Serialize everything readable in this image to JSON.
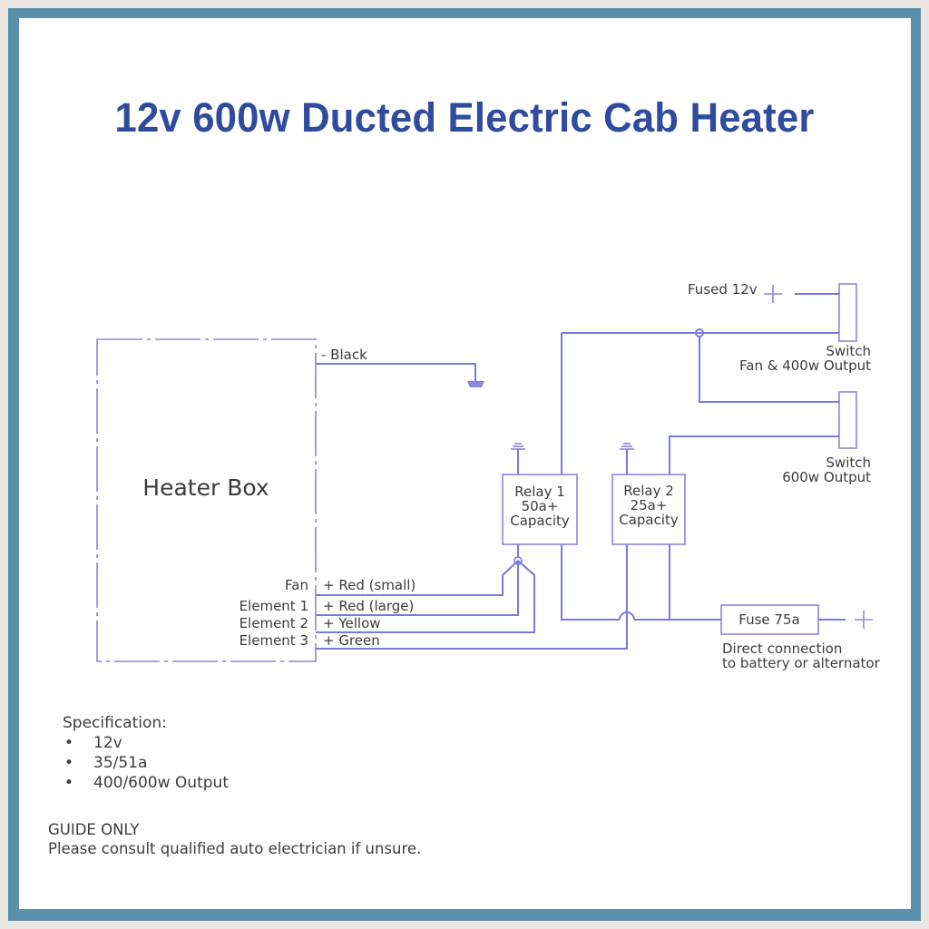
{
  "title": "12v 600w Ducted Electric Cab Heater",
  "colors": {
    "title": "#2f4b9e",
    "frame": "#5a8fab",
    "wire": "#7b78e0",
    "text": "#3c3c3c"
  },
  "diagram": {
    "heater_box": {
      "label": "Heater Box",
      "ground_wire_label": "- Black",
      "terminals": [
        {
          "name": "Fan",
          "wire": "+ Red (small)"
        },
        {
          "name": "Element 1",
          "wire": "+ Red (large)"
        },
        {
          "name": "Element 2",
          "wire": "+ Yellow"
        },
        {
          "name": "Element 3",
          "wire": "+ Green"
        }
      ]
    },
    "relays": [
      {
        "line1": "Relay 1",
        "line2": "50a+",
        "line3": "Capacity"
      },
      {
        "line1": "Relay 2",
        "line2": "25a+",
        "line3": "Capacity"
      }
    ],
    "fused_supply_label": "Fused 12v",
    "switches": [
      {
        "line1": "Switch",
        "line2": "Fan & 400w Output"
      },
      {
        "line1": "Switch",
        "line2": "600w Output"
      }
    ],
    "fuse": {
      "label": "Fuse 75a",
      "note_line1": "Direct connection",
      "note_line2": "to battery or alternator"
    },
    "plus_symbol": "+"
  },
  "specification": {
    "heading": "Specification:",
    "items": [
      "12v",
      "35/51a",
      "400/600w Output"
    ]
  },
  "disclaimer": {
    "heading": "GUIDE ONLY",
    "text": "Please consult qualified auto electrician if unsure."
  }
}
